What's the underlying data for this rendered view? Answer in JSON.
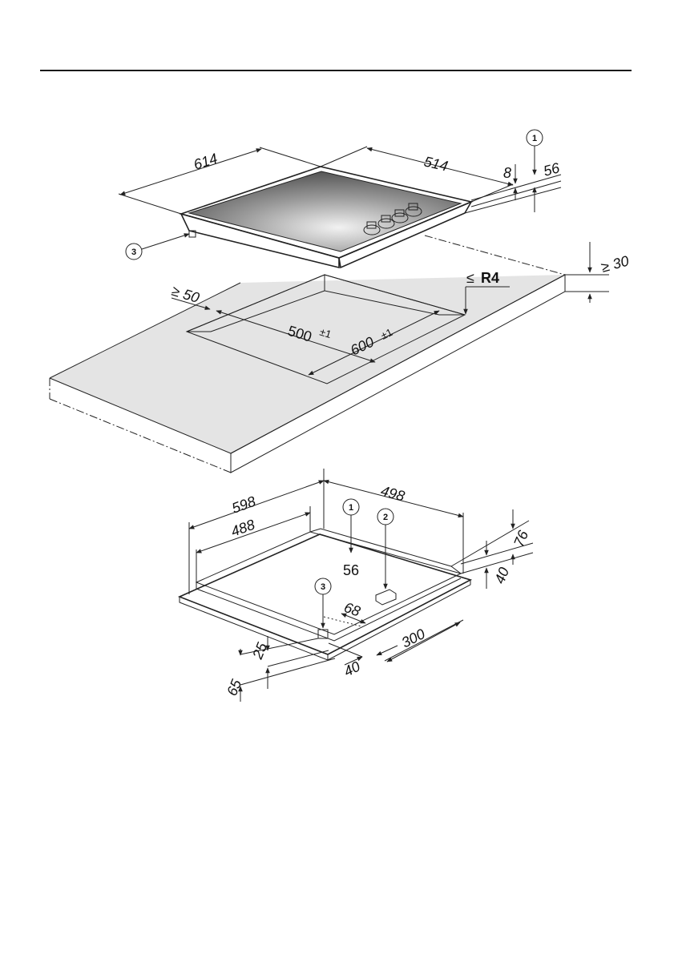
{
  "hob_top": {
    "width": "614",
    "depth": "514",
    "glass_thickness": "8",
    "total_height": "56",
    "callout_1": "1",
    "callout_3": "3"
  },
  "worktop": {
    "min_thickness": "30",
    "min_front_distance": "50",
    "cutout_depth": "500",
    "cutout_depth_tol": "±1",
    "cutout_width": "600",
    "cutout_width_tol": "±1",
    "corner_radius": "R4",
    "corner_prefix": "≤",
    "ge_symbol": "≥"
  },
  "hob_bottom": {
    "outer_width": "598",
    "inner_width": "488",
    "outer_depth": "498",
    "callout_1": "1",
    "callout_2": "2",
    "callout_3": "3",
    "label_56": "56",
    "label_76": "76",
    "label_40_right": "40",
    "label_68": "68",
    "label_300": "300",
    "label_40_front": "40",
    "label_25": "25",
    "label_65": "65"
  },
  "colors": {
    "line": "#222222",
    "worktop_fill": "#e4e4e4",
    "worktop_edge": "#b0b0b0",
    "glass_dark": "#555555",
    "glass_light": "#f0f0f0"
  }
}
